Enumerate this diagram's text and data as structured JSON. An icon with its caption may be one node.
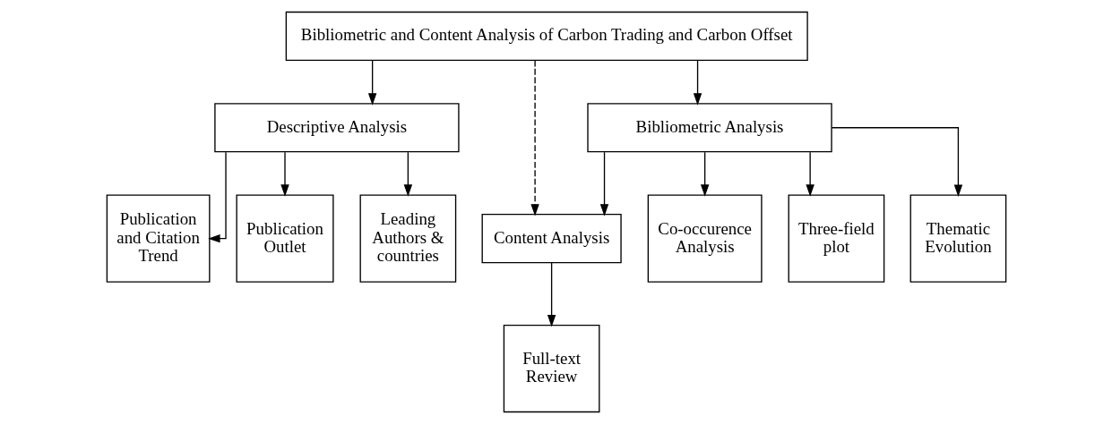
{
  "diagram": {
    "nodes": [
      {
        "text": [
          "Bibliometric and Content Analysis of Carbon Trading and Carbon Offset"
        ]
      },
      {
        "text": [
          "Descriptive Analysis"
        ]
      },
      {
        "text": [
          "Bibliometric Analysis"
        ]
      },
      {
        "text": [
          "Content Analysis"
        ]
      },
      {
        "text": [
          "Publication and Citation Trend"
        ]
      },
      {
        "text": [
          "Publication Outlet"
        ]
      },
      {
        "text": [
          "Leading Authors & countries"
        ]
      },
      {
        "text": [
          "Co-occurence Analysis"
        ]
      },
      {
        "text": [
          "Three-field plot"
        ]
      },
      {
        "text": [
          "Thematic Evolution"
        ]
      },
      {
        "text": [
          "Full-text Review"
        ]
      }
    ],
    "edges": [
      {
        "from": 0,
        "to": 1,
        "arrow": "to"
      },
      {
        "from": 0,
        "to": 2,
        "arrow": "to"
      },
      {
        "from": 0,
        "to": 3,
        "arrow": "to",
        "style": "dashed"
      },
      {
        "from": 2,
        "to": 3,
        "arrow": "to"
      },
      {
        "from": 1,
        "to": 4,
        "arrow": "to"
      },
      {
        "from": 1,
        "to": 5,
        "arrow": "to"
      },
      {
        "from": 1,
        "to": 6,
        "arrow": "to"
      },
      {
        "from": 2,
        "to": 7,
        "arrow": "to"
      },
      {
        "from": 2,
        "to": 8,
        "arrow": "to"
      },
      {
        "from": 2,
        "to": 9,
        "arrow": "to"
      },
      {
        "from": 3,
        "to": 10,
        "arrow": "to"
      }
    ]
  }
}
